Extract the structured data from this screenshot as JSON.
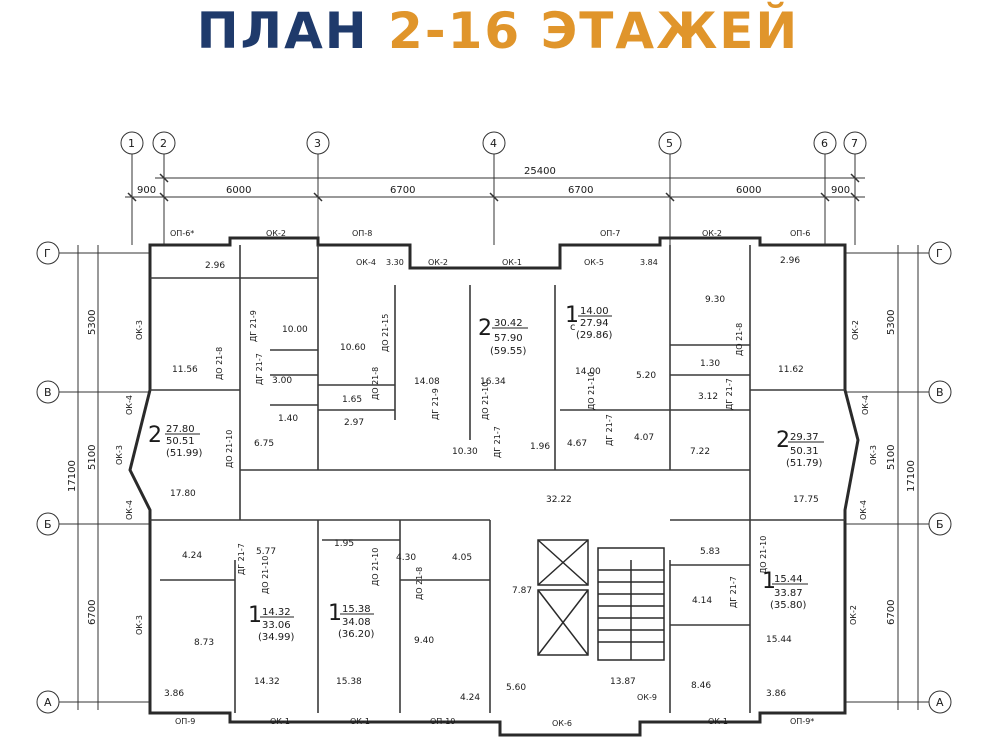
{
  "title": {
    "part1": "ПЛАН",
    "part2": "2-16 ЭТАЖЕЙ"
  },
  "colors": {
    "title_navy": "#1f3a6b",
    "title_orange": "#e0952b",
    "line": "#2a2a2a"
  },
  "axes": {
    "columns": [
      "1",
      "2",
      "3",
      "4",
      "5",
      "6",
      "7"
    ],
    "rows": [
      "Г",
      "В",
      "Б",
      "А"
    ]
  },
  "dimensions": {
    "total": "25400",
    "top": [
      "900",
      "6000",
      "6700",
      "6700",
      "6000",
      "900"
    ],
    "left": [
      "5300",
      "5100",
      "6700"
    ],
    "overall_height": "17100",
    "right": [
      "5300",
      "5100",
      "6700"
    ]
  },
  "window_marks": {
    "top": [
      "ОП-6*",
      "ОК-2",
      "ОП-8",
      "ОК-4",
      "3.30",
      "ОК-2",
      "ОК-1",
      "ОК-5",
      "3.84",
      "ОП-7",
      "ОК-2",
      "ОП-6"
    ],
    "bottom": [
      "ОП-9",
      "ОК-1",
      "ОК-1",
      "ОП-10",
      "ОК-6",
      "ОК-9",
      "ОК-1",
      "ОП-9*"
    ],
    "left": [
      "ОК-3",
      "ОК-4",
      "ОК-3",
      "ОК-4",
      "ОК-3"
    ],
    "right": [
      "ОК-2",
      "ОК-4",
      "ОК-3",
      "ОК-4",
      "ОК-2"
    ]
  },
  "apartments": [
    {
      "rooms": "2",
      "living": "27.80",
      "total": "50.51",
      "with_balcony": "(51.99)"
    },
    {
      "rooms": "2",
      "living": "30.42",
      "total": "57.90",
      "with_balcony": "(59.55)"
    },
    {
      "rooms": "1",
      "suffix": "с",
      "living": "14.00",
      "total": "27.94",
      "with_balcony": "(29.86)"
    },
    {
      "rooms": "2",
      "living": "29.37",
      "total": "50.31",
      "with_balcony": "(51.79)"
    },
    {
      "rooms": "1",
      "living": "14.32",
      "total": "33.06",
      "with_balcony": "(34.99)"
    },
    {
      "rooms": "1",
      "living": "15.38",
      "total": "34.08",
      "with_balcony": "(36.20)"
    },
    {
      "rooms": "1",
      "living": "15.44",
      "total": "33.87",
      "with_balcony": "(35.80)"
    }
  ],
  "room_areas": [
    "2.96",
    "10.00",
    "11.56",
    "3.00",
    "1.40",
    "6.75",
    "17.80",
    "10.60",
    "1.65",
    "2.97",
    "14.08",
    "16.34",
    "10.30",
    "1.96",
    "14.00",
    "5.20",
    "4.67",
    "4.07",
    "9.30",
    "1.30",
    "3.12",
    "11.62",
    "7.22",
    "17.75",
    "32.22",
    "4.24",
    "5.77",
    "8.73",
    "14.32",
    "3.86",
    "1.95",
    "4.30",
    "4.05",
    "15.38",
    "9.40",
    "4.24",
    "7.87",
    "5.60",
    "13.87",
    "5.83",
    "4.14",
    "15.44",
    "8.46",
    "3.86",
    "2.96"
  ],
  "door_marks": [
    "ДГ 21-9",
    "ДО 21-8",
    "ДГ 21-7",
    "ДО 21-10",
    "ДО 21-15",
    "ДО 21-8",
    "ДГ 21-9",
    "ДО 21-10",
    "ДГ 21-7",
    "ДО 21-10",
    "ДГ 21-7",
    "ДО 21-8",
    "ДГ 21-7",
    "ДО 21-10",
    "ДГ 21-7",
    "ДО 21-10",
    "ДО 21-8",
    "ДГ 21-7",
    "ДО 21-10"
  ]
}
